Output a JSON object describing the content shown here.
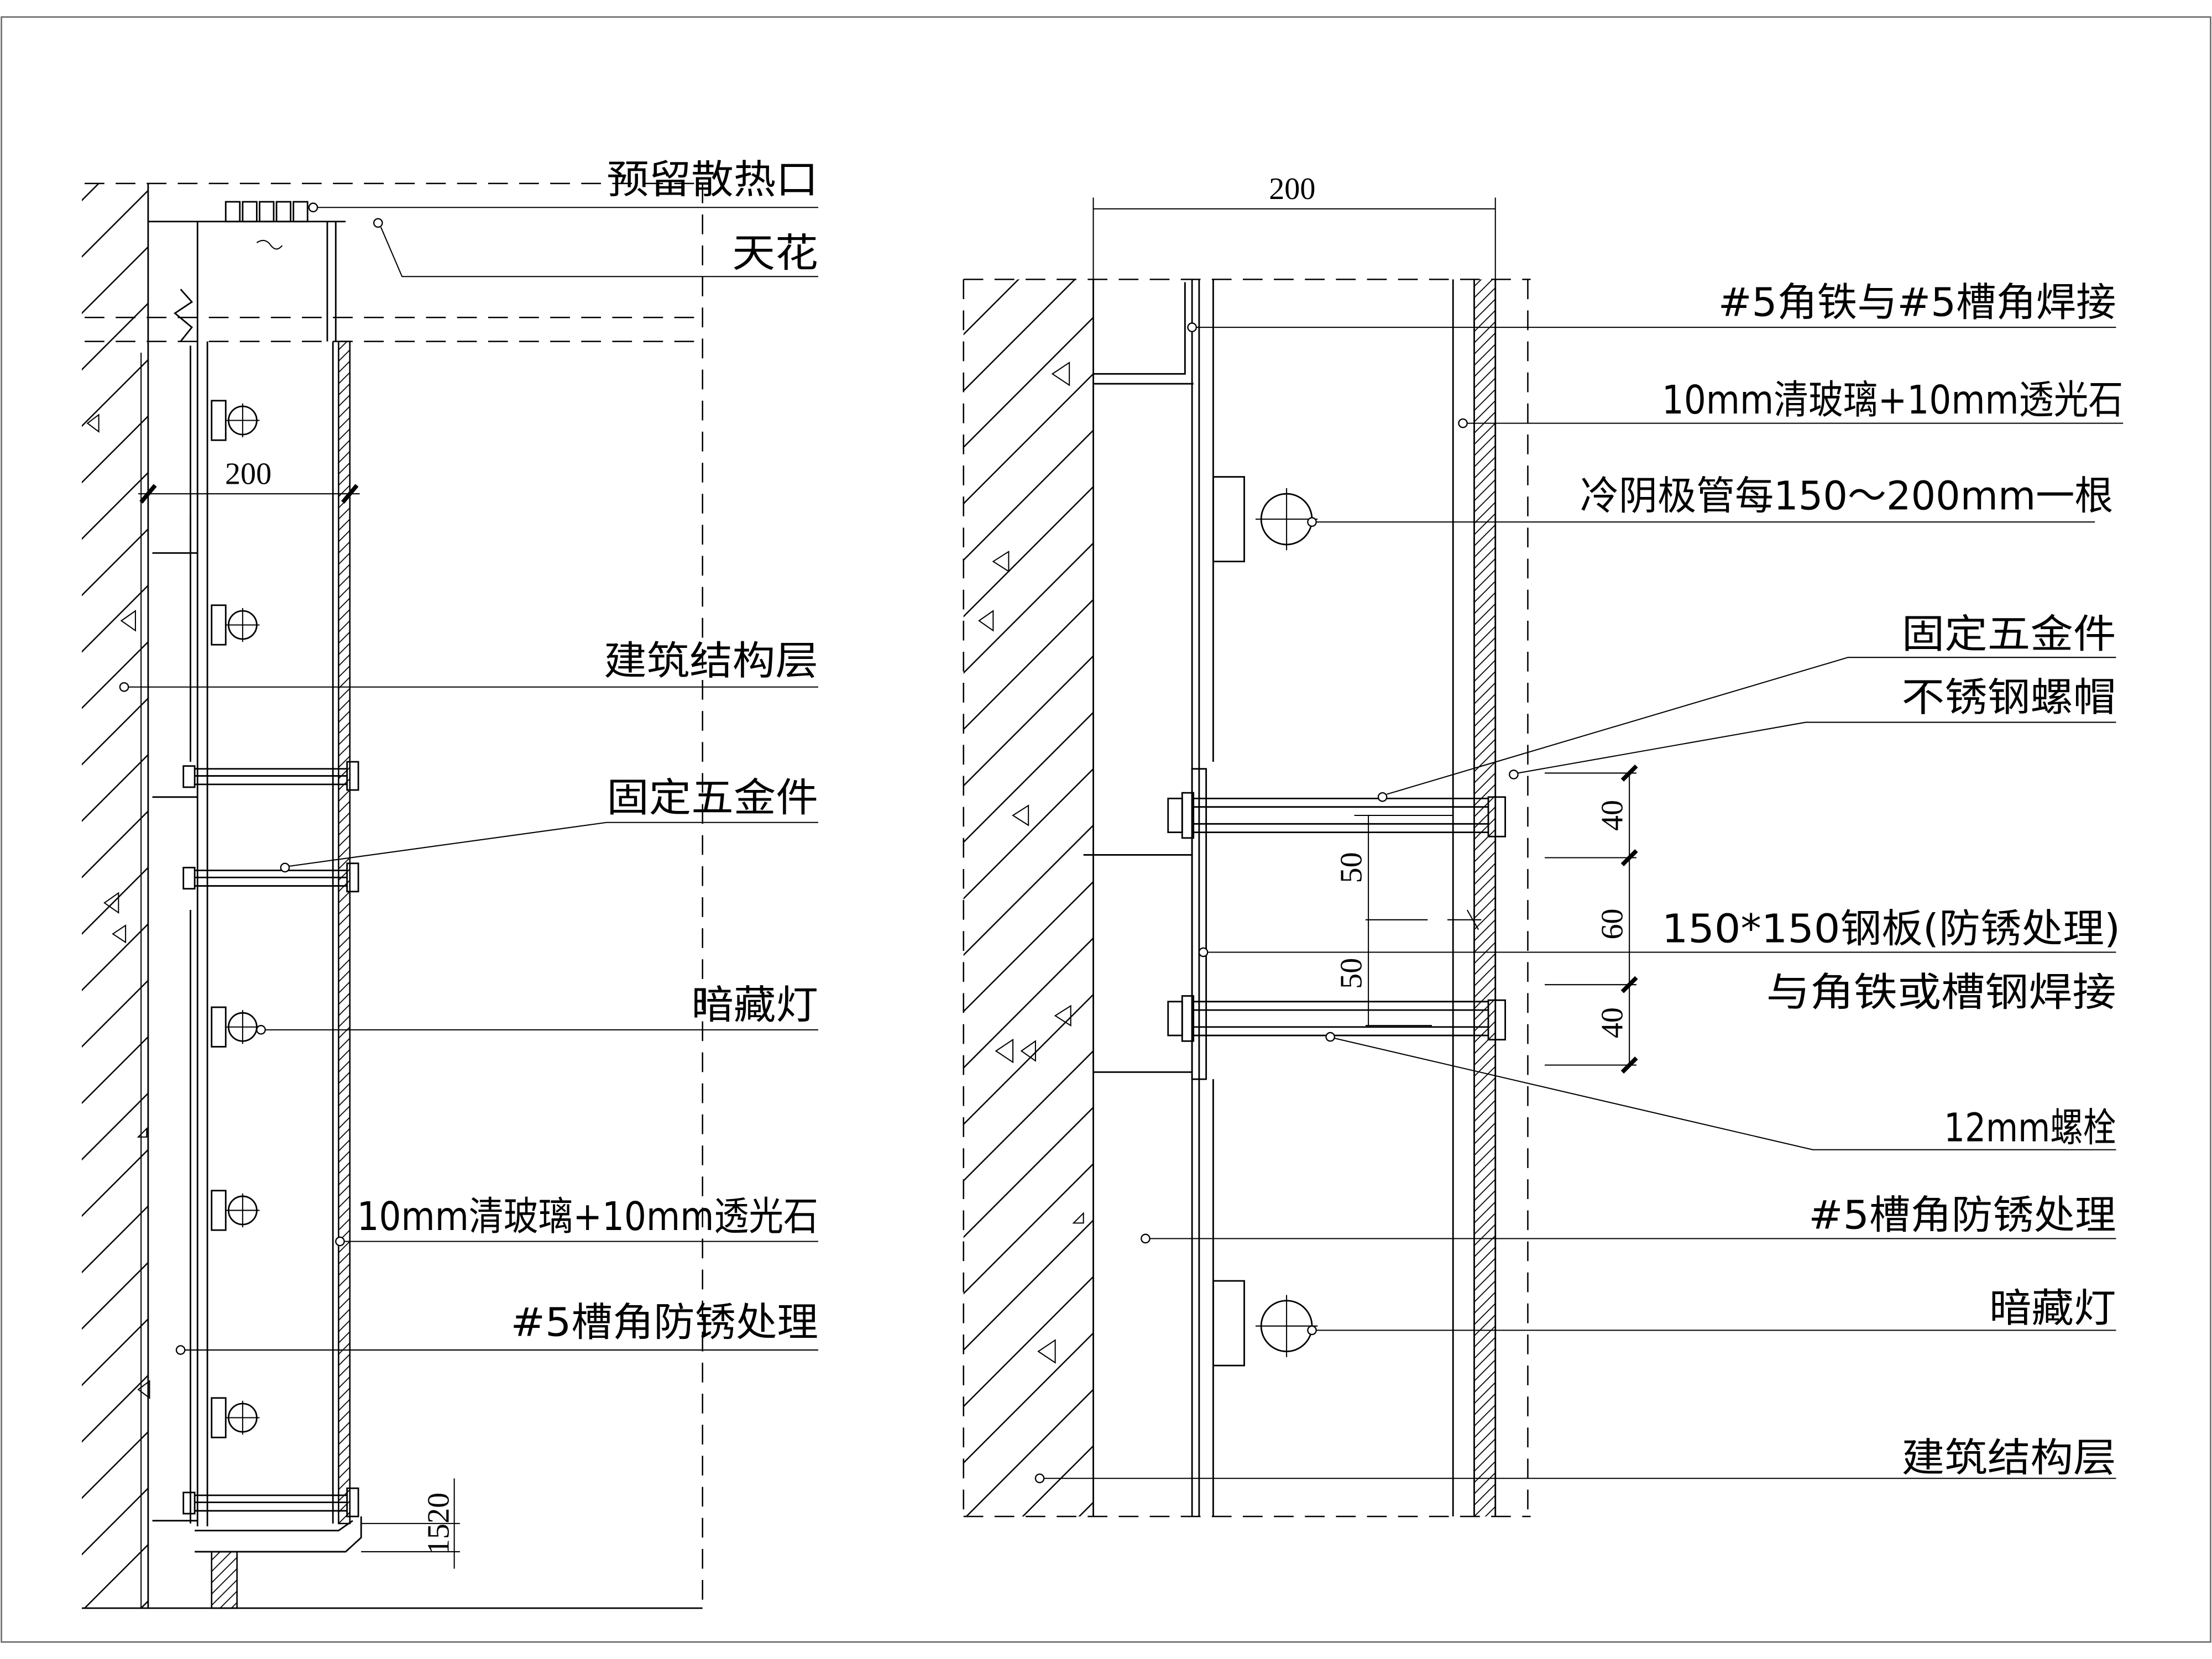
{
  "left_detail": {
    "labels": {
      "vent": "预留散热口",
      "ceiling": "天花",
      "structure": "建筑结构层",
      "hardware": "固定五金件",
      "hidden_light": "暗藏灯",
      "glass": "10mm清玻璃+10mm透光石",
      "channel": "#5槽角防锈处理"
    },
    "dimensions": {
      "width": "200",
      "bottom": "1520"
    }
  },
  "right_detail": {
    "labels": {
      "weld": "#5角铁与#5槽角焊接",
      "glass": "10mm清玻璃+10mm透光石",
      "tube": "冷阴极管每150～200mm一根",
      "hardware": "固定五金件",
      "nut": "不锈钢螺帽",
      "plate": "150*150钢板(防锈处理)",
      "plate_weld": "与角铁或槽钢焊接",
      "bolt": "12mm螺栓",
      "channel": "#5槽角防锈处理",
      "hidden_light": "暗藏灯",
      "structure": "建筑结构层"
    },
    "dimensions": {
      "width": "200",
      "top_spacing": "40",
      "mid_spacing": "60",
      "bottom_spacing": "40",
      "inner_upper": "50",
      "inner_lower": "50"
    }
  }
}
